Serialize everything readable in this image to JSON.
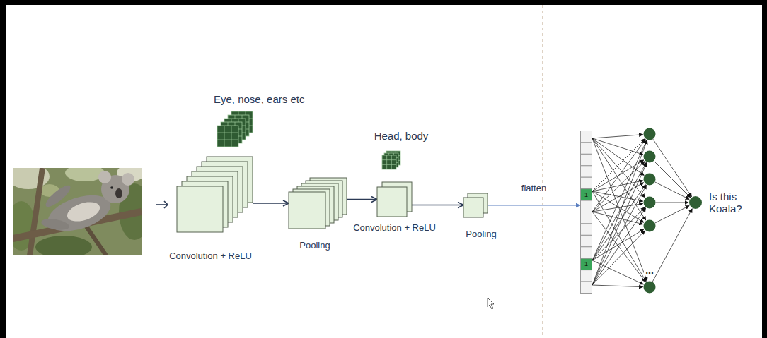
{
  "diagram": {
    "nodes": [
      {
        "text": [
          "Eye, nose, ears etc"
        ]
      },
      {
        "text": [
          "Convolution + ReLU"
        ]
      },
      {
        "text": [
          "Pooling"
        ]
      },
      {
        "text": [
          "Head, body"
        ]
      },
      {
        "text": [
          "Convolution + ReLU"
        ]
      },
      {
        "text": [
          "Pooling"
        ]
      },
      {
        "text": [
          "1",
          "1"
        ]
      },
      {
        "text": [
          "Is this Koala?"
        ]
      }
    ],
    "edges": [
      {
        "from": 1,
        "to": 2,
        "arrow": "to"
      },
      {
        "from": 2,
        "to": 4,
        "arrow": "to"
      },
      {
        "from": 4,
        "to": 5,
        "arrow": "to"
      },
      {
        "from": 5,
        "to": 6,
        "label": "flatten",
        "arrow": "to"
      }
    ],
    "labels": [
      "..."
    ]
  }
}
